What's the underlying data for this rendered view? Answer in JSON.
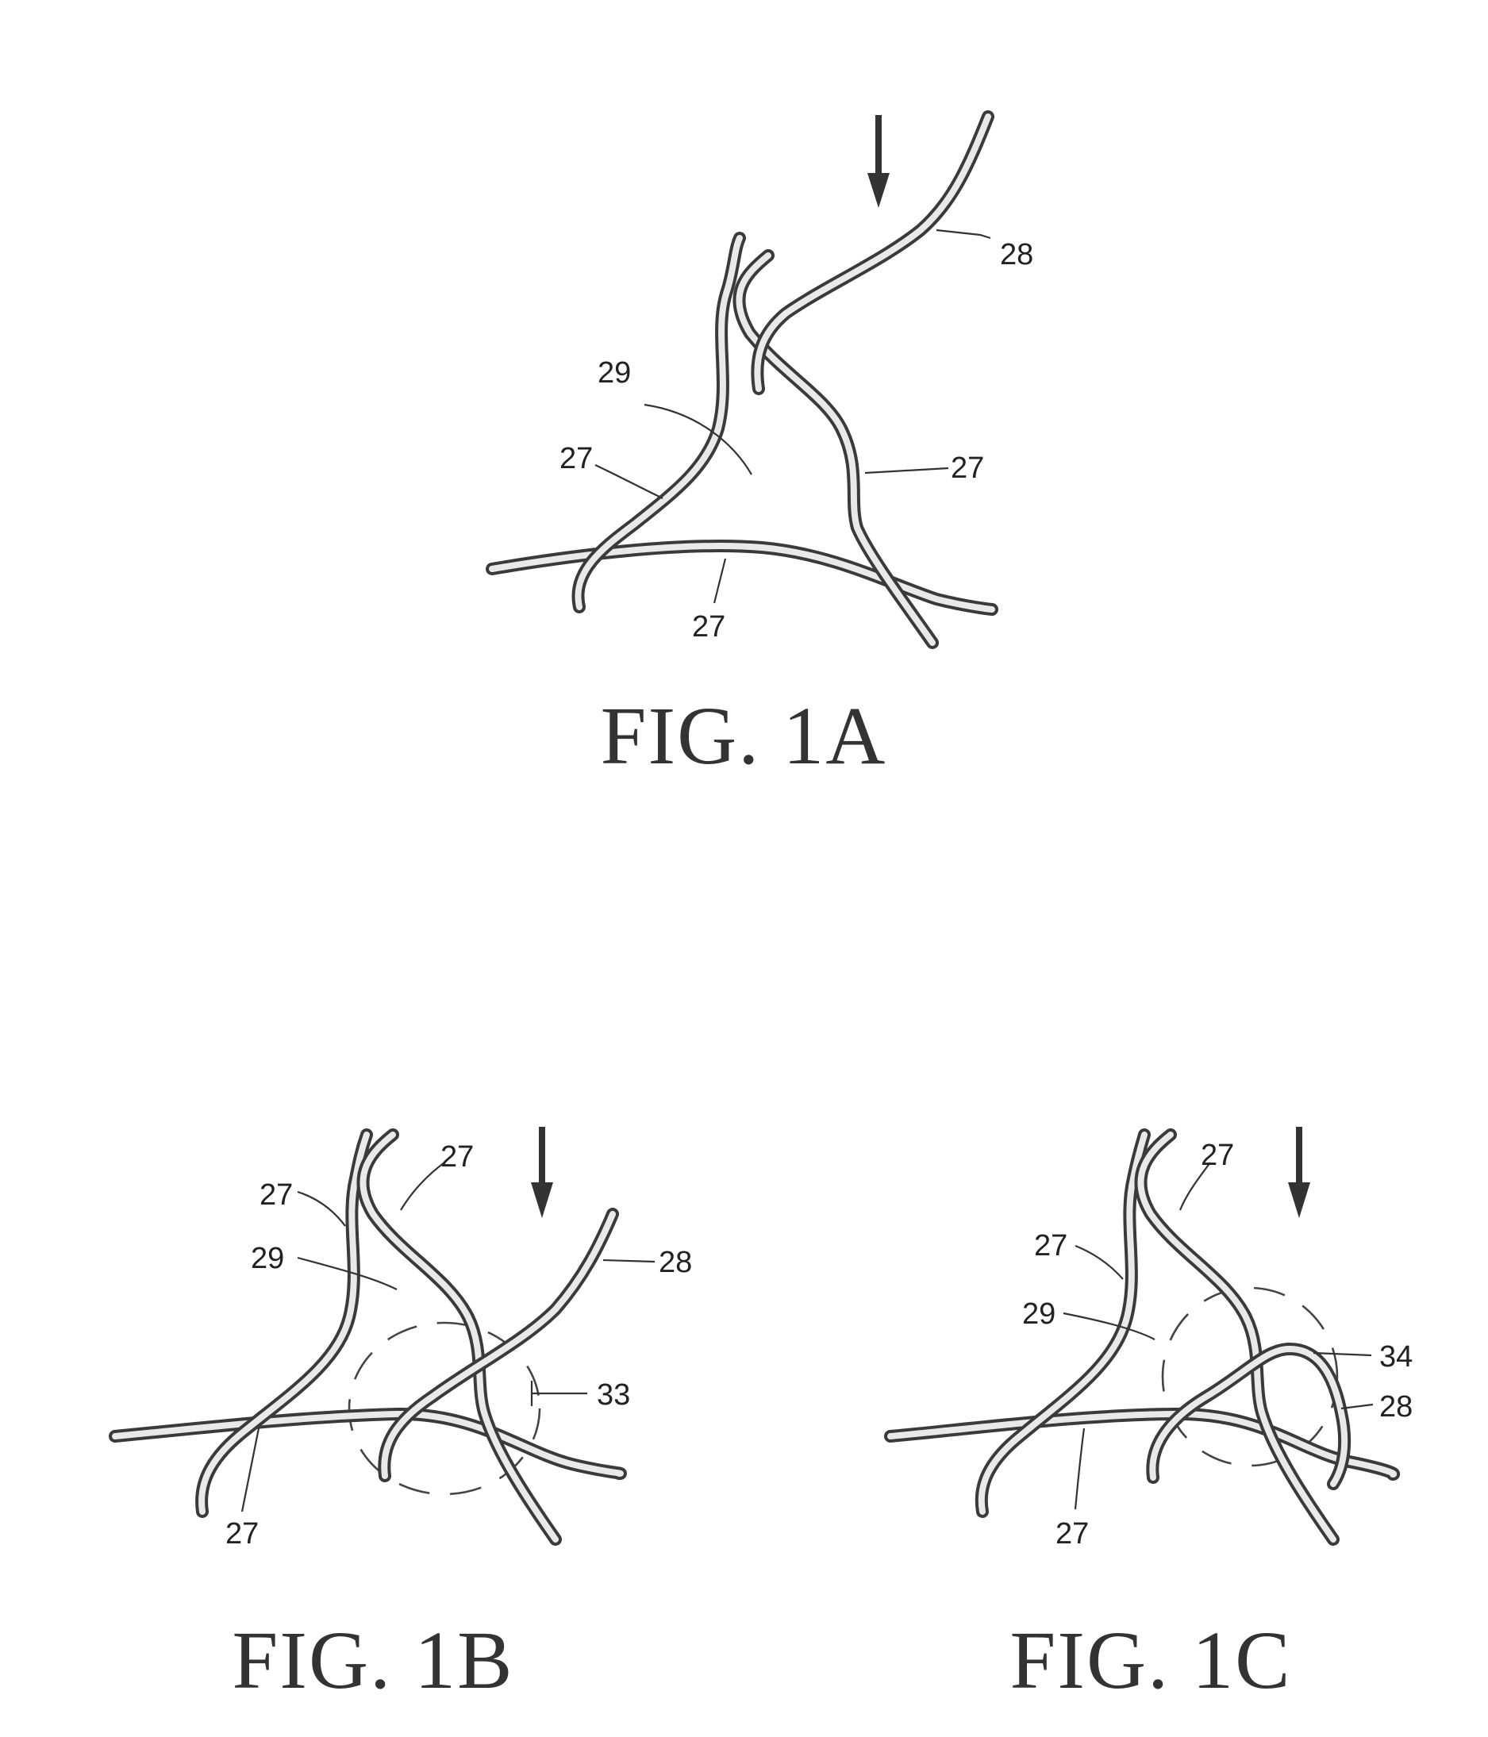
{
  "figures": [
    {
      "id": "1A",
      "caption": "FIG. 1A",
      "labels": {
        "fiber_28": "28",
        "pore_29": "29",
        "fiber_27_left": "27",
        "fiber_27_right": "27",
        "fiber_27_bottom": "27"
      }
    },
    {
      "id": "1B",
      "caption": "FIG. 1B",
      "labels": {
        "fiber_27_upper_left": "27",
        "fiber_27_upper_right": "27",
        "pore_29": "29",
        "fiber_28": "28",
        "zone_33": "33",
        "fiber_27_bottom": "27"
      }
    },
    {
      "id": "1C",
      "caption": "FIG. 1C",
      "labels": {
        "fiber_27_upper_right": "27",
        "fiber_27_left": "27",
        "pore_29": "29",
        "zone_34": "34",
        "fiber_28": "28",
        "fiber_27_bottom": "27"
      }
    }
  ]
}
